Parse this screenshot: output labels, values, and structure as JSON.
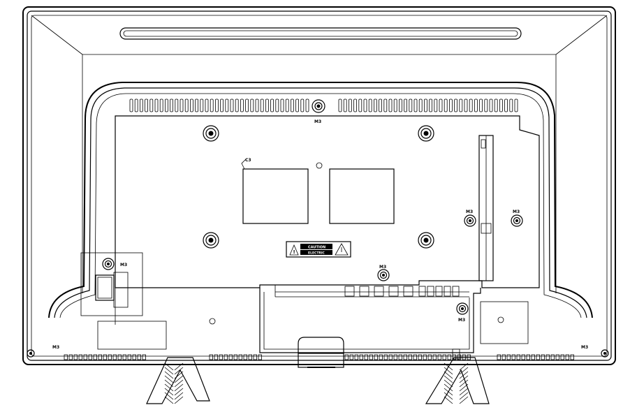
{
  "labels": {
    "screw_top": "M3",
    "screw_right_inner": "M3",
    "screw_right_outer": "M3",
    "screw_left_power": "M3",
    "screw_center": "M3",
    "screw_lower_right": "M3",
    "corner_left": "M3",
    "corner_right": "M3",
    "callout": "C3"
  },
  "warning_label": {
    "line1": "CAUTION",
    "line2": "ELECTRIC"
  },
  "colors": {
    "line": "#000000",
    "background": "#ffffff"
  }
}
